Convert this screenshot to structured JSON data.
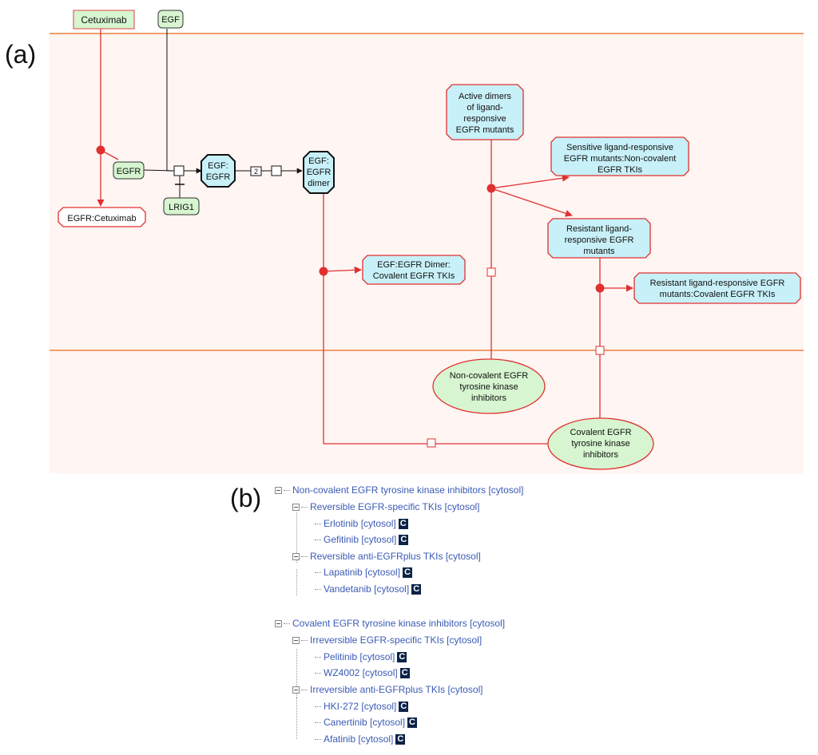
{
  "panel_labels": {
    "a": "(a)",
    "b": "(b)"
  },
  "colors": {
    "membrane_line": "#f0a070",
    "compartment_fill": "#fff5f2",
    "reaction_red": "#e03030",
    "complex_fill": "#c8f0f8",
    "protein_fill": "#d6f5d0",
    "small_molecule_fill": "#d6f5d0",
    "tree_link": "#3b5bb5",
    "badge": "#0b2247"
  },
  "nodes": {
    "cetuximab": "Cetuximab",
    "egf": "EGF",
    "egfr": "EGFR",
    "egfr_cetuximab": "EGFR:Cetuximab",
    "lrig1": "LRIG1",
    "egf_egfr": [
      "EGF:",
      "EGFR"
    ],
    "egf_egfr_dimer": [
      "EGF:",
      "EGFR",
      "dimer"
    ],
    "egf_egfr_dimer_covalent": [
      "EGF:EGFR Dimer:",
      "Covalent EGFR TKIs"
    ],
    "active_dimers": [
      "Active dimers",
      "of ligand-",
      "responsive",
      "EGFR mutants"
    ],
    "sensitive_noncovalent": [
      "Sensitive ligand-responsive",
      "EGFR mutants:Non-covalent",
      "EGFR TKIs"
    ],
    "resistant_mutants": [
      "Resistant ligand-",
      "responsive EGFR",
      "mutants"
    ],
    "resistant_covalent": [
      "Resistant ligand-responsive EGFR",
      "mutants:Covalent EGFR TKIs"
    ],
    "noncovalent_inhibitors": [
      "Non-covalent EGFR",
      "tyrosine kinase",
      "inhibitors"
    ],
    "covalent_inhibitors": [
      "Covalent EGFR",
      "tyrosine kinase",
      "inhibitors"
    ]
  },
  "reaction_markers": {
    "dimer_count": "2"
  },
  "tree": {
    "groups": [
      {
        "label": "Non-covalent EGFR tyrosine kinase inhibitors [cytosol]",
        "subgroups": [
          {
            "label": "Reversible EGFR-specific TKIs [cytosol]",
            "items": [
              {
                "label": "Erlotinib [cytosol]",
                "badge": "C"
              },
              {
                "label": "Gefitinib [cytosol]",
                "badge": "C"
              }
            ]
          },
          {
            "label": "Reversible anti-EGFRplus TKIs [cytosol]",
            "items": [
              {
                "label": "Lapatinib [cytosol]",
                "badge": "C"
              },
              {
                "label": "Vandetanib [cytosol]",
                "badge": "C"
              }
            ]
          }
        ]
      },
      {
        "label": "Covalent EGFR tyrosine kinase inhibitors [cytosol]",
        "subgroups": [
          {
            "label": "Irreversible EGFR-specific TKIs [cytosol]",
            "items": [
              {
                "label": "Pelitinib [cytosol]",
                "badge": "C"
              },
              {
                "label": "WZ4002 [cytosol]",
                "badge": "C"
              }
            ]
          },
          {
            "label": "Irreversible anti-EGFRplus TKIs [cytosol]",
            "items": [
              {
                "label": "HKI-272 [cytosol]",
                "badge": "C"
              },
              {
                "label": "Canertinib [cytosol]",
                "badge": "C"
              },
              {
                "label": "Afatinib [cytosol]",
                "badge": "C"
              }
            ]
          }
        ]
      }
    ]
  }
}
